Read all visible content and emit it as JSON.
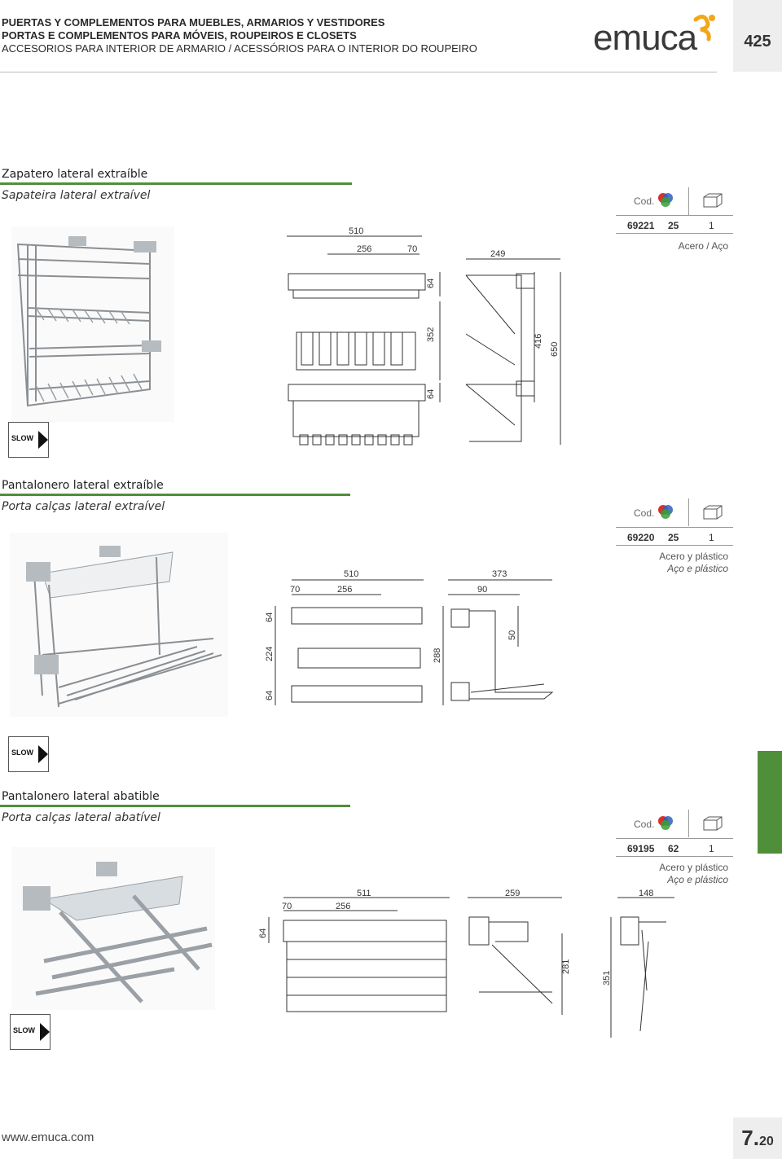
{
  "header": {
    "line1": "PUERTAS Y COMPLEMENTOS PARA MUEBLES, ARMARIOS Y VESTIDORES",
    "line2": "PORTAS E COMPLEMENTOS PARA MÓVEIS, ROUPEIROS E CLOSETS",
    "line3": "ACCESORIOS PARA INTERIOR DE ARMARIO / ACESSÓRIOS PARA O INTERIOR DO ROUPEIRO",
    "brand": "emuca",
    "page_number": "425"
  },
  "products": [
    {
      "title": "Zapatero lateral extraíble",
      "subtitle": "Sapateira lateral extraível",
      "cod_label": "Cod.",
      "code": "69221",
      "qty": "25",
      "unit": "1",
      "material_line1": "Acero  / Aço",
      "material_line2": "",
      "dims": {
        "d510": "510",
        "d256": "256",
        "d70": "70",
        "d249": "249",
        "d64a": "64",
        "d352": "352",
        "d64b": "64",
        "d416": "416",
        "d650": "650"
      },
      "badge": "SLOW"
    },
    {
      "title": "Pantalonero  lateral extraíble",
      "subtitle": "Porta calças lateral extraível",
      "cod_label": "Cod.",
      "code": "69220",
      "qty": "25",
      "unit": "1",
      "material_line1": "Acero y plástico",
      "material_line2": "Aço e plástico",
      "dims": {
        "d510": "510",
        "d70": "70",
        "d256": "256",
        "d373": "373",
        "d90": "90",
        "d64a": "64",
        "d224": "224",
        "d64b": "64",
        "d288": "288",
        "d50": "50"
      },
      "badge": "SLOW"
    },
    {
      "title": "Pantalonero lateral abatible",
      "subtitle": "Porta calças lateral abatível",
      "cod_label": "Cod.",
      "code": "69195",
      "qty": "62",
      "unit": "1",
      "material_line1": "Acero y plástico",
      "material_line2": "Aço e plástico",
      "dims": {
        "d511": "511",
        "d70": "70",
        "d256": "256",
        "d259": "259",
        "d148": "148",
        "d64": "64",
        "d281": "281",
        "d351": "351"
      },
      "badge": "SLOW"
    }
  ],
  "footer": {
    "url": "www.emuca.com",
    "section": "7.",
    "section_sub": "20"
  },
  "colors": {
    "accent_green": "#4f8f3a",
    "gray_box": "#eeeeee"
  }
}
